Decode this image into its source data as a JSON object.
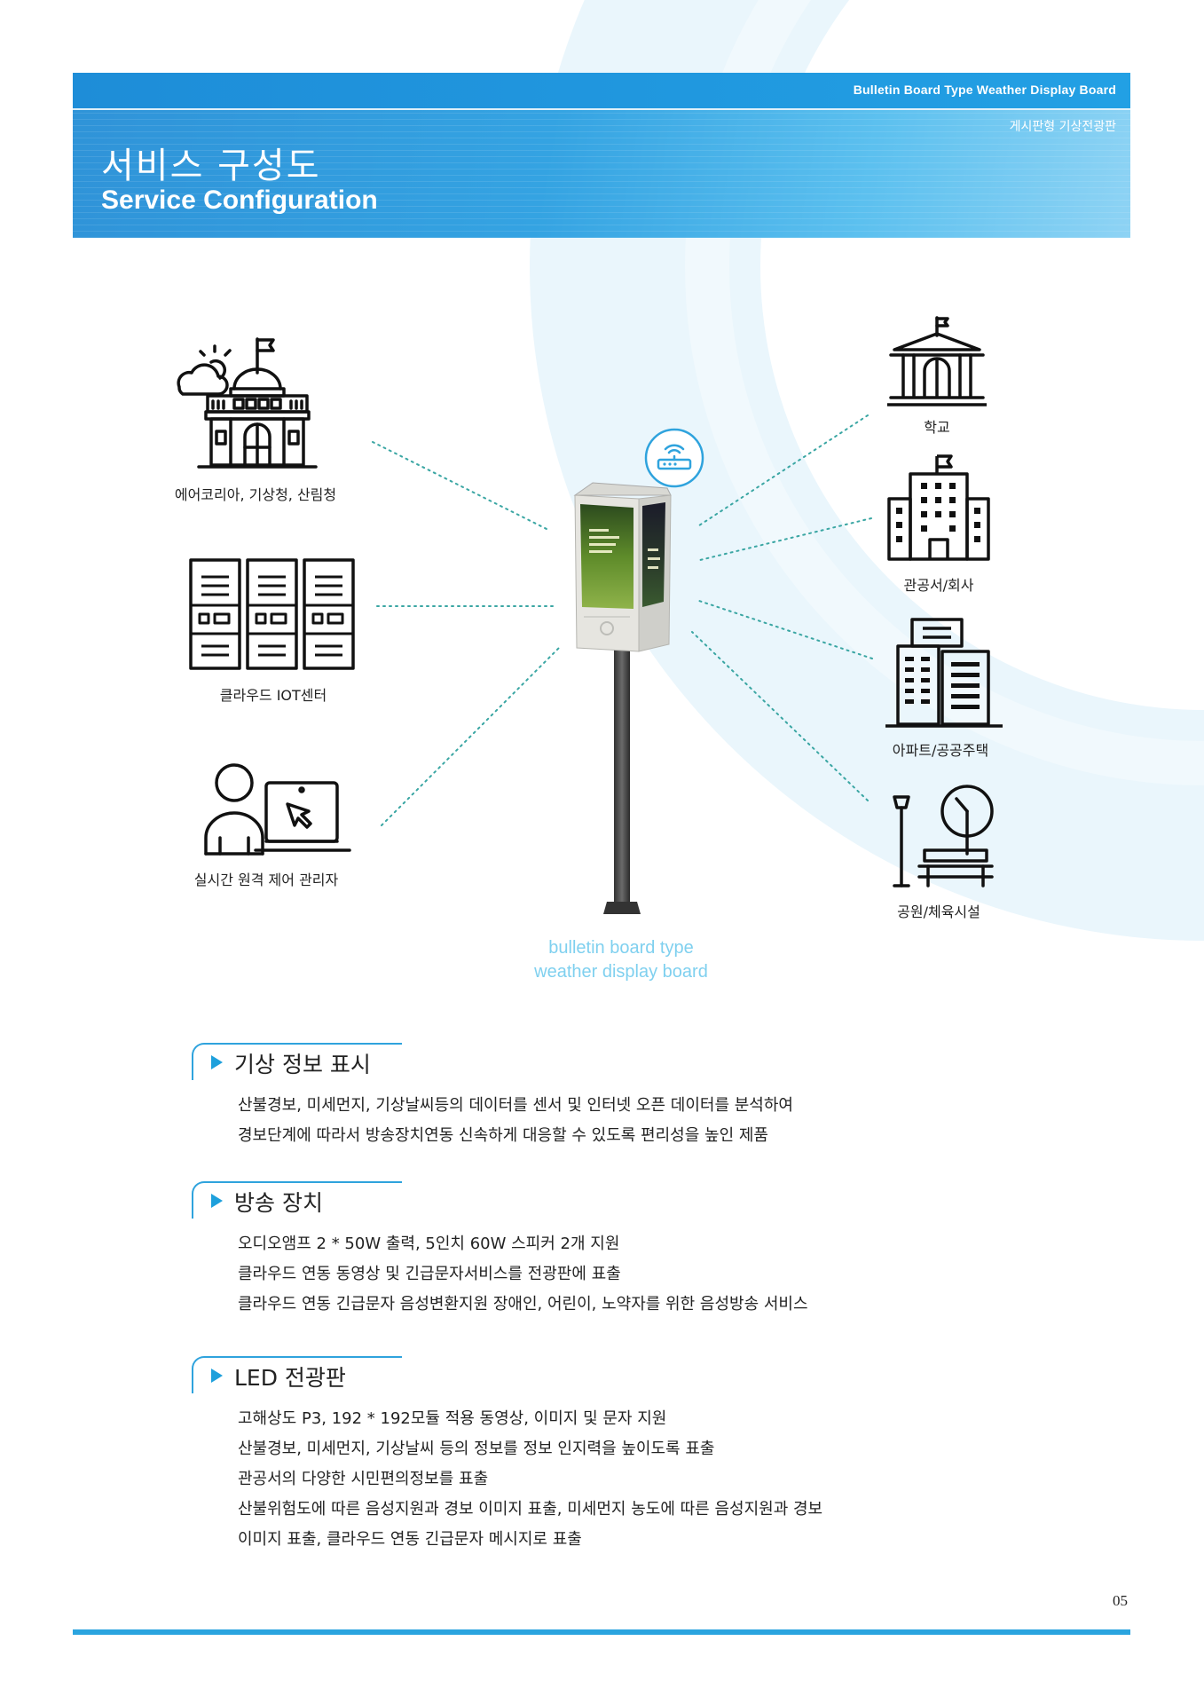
{
  "header": {
    "en_top": "Bulletin Board Type Weather Display Board",
    "ko_top": "게시판형 기상전광판",
    "ko_title": "서비스 구성도",
    "en_title": "Service Configuration"
  },
  "diagram": {
    "left_nodes": [
      {
        "label": "에어코리아, 기상청, 산림청",
        "icon": "government-weather-building-icon"
      },
      {
        "label": "클라우드 IOT센터",
        "icon": "server-rack-icon"
      },
      {
        "label": "실시간 원격 제어 관리자",
        "icon": "remote-admin-icon"
      }
    ],
    "right_nodes": [
      {
        "label": "학교",
        "icon": "school-icon"
      },
      {
        "label": "관공서/회사",
        "icon": "office-building-icon"
      },
      {
        "label": "아파트/공공주택",
        "icon": "apartment-icon"
      },
      {
        "label": "공원/체육시설",
        "icon": "park-icon"
      }
    ],
    "center_caption": [
      "bulletin board type",
      "weather display board"
    ],
    "colors": {
      "connector": "#3aa6a3",
      "accent": "#2fa3dd",
      "caption": "#7fd0ef"
    }
  },
  "sections": [
    {
      "title": "기상 정보 표시",
      "lines": [
        "산불경보, 미세먼지, 기상날씨등의 데이터를 센서 및 인터넷 오픈 데이터를 분석하여",
        "경보단계에 따라서 방송장치연동 신속하게 대응할 수 있도록 편리성을 높인 제품"
      ]
    },
    {
      "title": "방송 장치",
      "lines": [
        "오디오앰프 2 * 50W 출력, 5인치 60W 스피커 2개 지원",
        "클라우드 연동 동영상 및 긴급문자서비스를 전광판에 표출",
        "클라우드 연동 긴급문자 음성변환지원 장애인, 어린이, 노약자를 위한 음성방송 서비스"
      ]
    },
    {
      "title": "LED 전광판",
      "lines": [
        "고해상도 P3, 192 * 192모듈 적용 동영상, 이미지 및 문자 지원",
        "산불경보, 미세먼지, 기상날씨 등의 정보를 정보 인지력을 높이도록 표출",
        "관공서의 다양한 시민편의정보를 표출",
        "산불위험도에 따른 음성지원과 경보 이미지 표출, 미세먼지 농도에 따른 음성지원과 경보",
        "이미지 표출, 클라우드 연동 긴급문자 메시지로 표출"
      ]
    }
  ],
  "page_number": "05"
}
